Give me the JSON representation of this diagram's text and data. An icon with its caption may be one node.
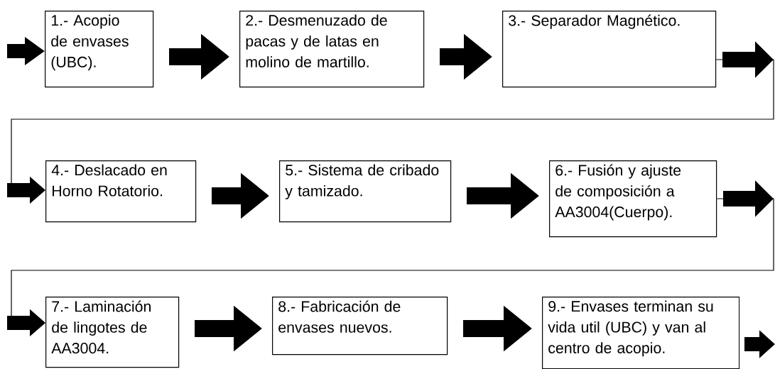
{
  "diagram": {
    "nodes": [
      {
        "text": [
          "1.- Acopio de envases (UBC)."
        ]
      },
      {
        "text": [
          "2.- Desmenuzado de pacas y de latas en molino de martillo."
        ]
      },
      {
        "text": [
          "3.- Separador Magnético."
        ]
      },
      {
        "text": [
          "4.- Deslacado en Horno Rotatorio."
        ]
      },
      {
        "text": [
          "5.- Sistema de cribado y tamizado."
        ]
      },
      {
        "text": [
          "6.- Fusión y ajuste de composición a AA3004(Cuerpo)."
        ]
      },
      {
        "text": [
          "7.- Laminación de lingotes de AA3004."
        ]
      },
      {
        "text": [
          "8.- Fabricación de envases nuevos."
        ]
      },
      {
        "text": [
          "9.- Envases terminan su vida util (UBC) y van al centro de acopio."
        ]
      }
    ],
    "edges": [
      {
        "from": null,
        "to": 0,
        "arrow": "to"
      },
      {
        "from": 0,
        "to": 1,
        "arrow": "to"
      },
      {
        "from": 1,
        "to": 2,
        "arrow": "to"
      },
      {
        "from": 2,
        "to": 3,
        "arrow": "to"
      },
      {
        "from": 3,
        "to": 4,
        "arrow": "to"
      },
      {
        "from": 4,
        "to": 5,
        "arrow": "to"
      },
      {
        "from": 5,
        "to": 6,
        "arrow": "to"
      },
      {
        "from": 6,
        "to": 7,
        "arrow": "to"
      },
      {
        "from": 7,
        "to": 8,
        "arrow": "to"
      },
      {
        "from": 8,
        "to": null,
        "arrow": "to"
      }
    ]
  }
}
